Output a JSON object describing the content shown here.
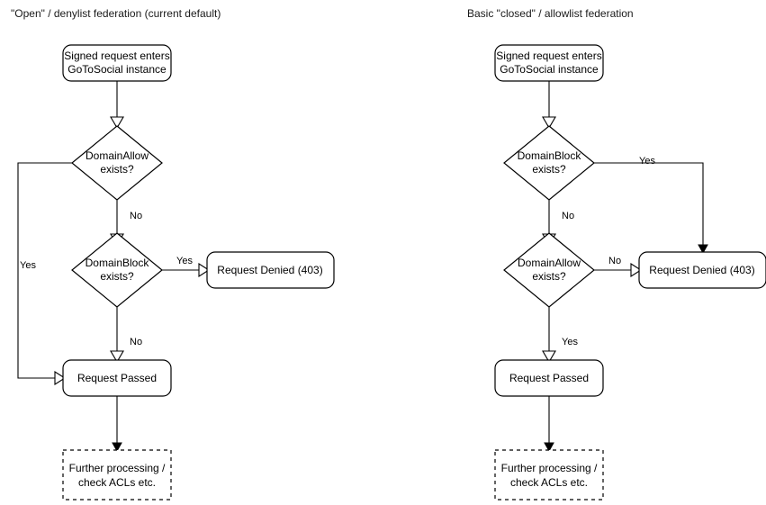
{
  "diagram": {
    "type": "flowchart",
    "title_left": "\"Open\" / denylist federation (current default)",
    "title_right": "Basic \"closed\" / allowlist federation",
    "colors": {
      "stroke": "#000000",
      "fill": "#ffffff",
      "text": "#000000"
    },
    "left": {
      "nodes": {
        "start_line1": "Signed request enters",
        "start_line2": "GoToSocial instance",
        "decision1_line1": "DomainAllow",
        "decision1_line2": "exists?",
        "decision2_line1": "DomainBlock",
        "decision2_line2": "exists?",
        "denied": "Request Denied (403)",
        "passed": "Request Passed",
        "further_line1": "Further processing /",
        "further_line2": "check ACLs etc."
      },
      "labels": {
        "allow_yes": "Yes",
        "allow_no": "No",
        "block_yes": "Yes",
        "block_no": "No"
      }
    },
    "right": {
      "nodes": {
        "start_line1": "Signed request enters",
        "start_line2": "GoToSocial instance",
        "decision1_line1": "DomainBlock",
        "decision1_line2": "exists?",
        "decision2_line1": "DomainAllow",
        "decision2_line2": "exists?",
        "denied": "Request Denied (403)",
        "passed": "Request Passed",
        "further_line1": "Further processing /",
        "further_line2": "check ACLs etc."
      },
      "labels": {
        "block_yes": "Yes",
        "block_no": "No",
        "allow_no": "No",
        "allow_yes": "Yes"
      }
    }
  }
}
